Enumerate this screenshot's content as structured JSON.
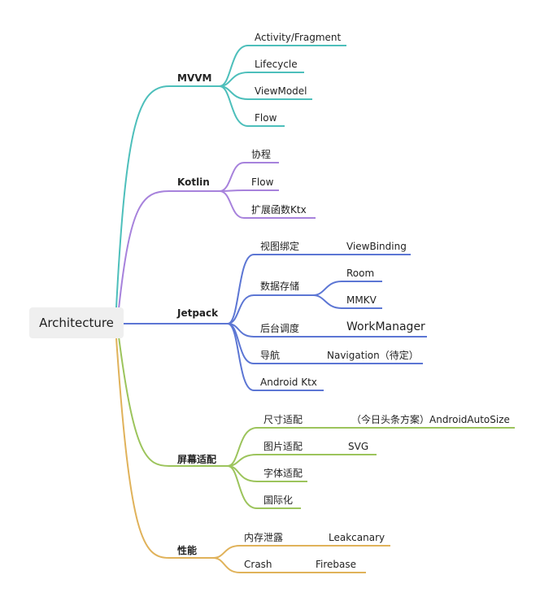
{
  "root": "Architecture",
  "colors": {
    "mvvm": "#4dbfbb",
    "kotlin": "#a782dc",
    "jetpack": "#5c76d4",
    "screen": "#9cc45c",
    "perf": "#e0b25a"
  },
  "branches": {
    "mvvm": {
      "label": "MVVM",
      "children": [
        "Activity/Fragment",
        "Lifecycle",
        "ViewModel",
        "Flow"
      ]
    },
    "kotlin": {
      "label": "Kotlin",
      "children": [
        "协程",
        "Flow",
        "扩展函数Ktx"
      ]
    },
    "jetpack": {
      "label": "Jetpack",
      "view_binding": {
        "label": "视图绑定",
        "child": "ViewBinding"
      },
      "storage": {
        "label": "数据存储",
        "children": [
          "Room",
          "MMKV"
        ]
      },
      "scheduling": {
        "label": "后台调度",
        "child": "WorkManager"
      },
      "navigation": {
        "label": "导航",
        "child": "Navigation（待定）"
      },
      "android_ktx": {
        "label": "Android Ktx"
      }
    },
    "screen": {
      "label": "屏幕适配",
      "size": {
        "label": "尺寸适配",
        "child": "（今日头条方案）AndroidAutoSize"
      },
      "image": {
        "label": "图片适配",
        "child": "SVG"
      },
      "font": {
        "label": "字体适配"
      },
      "i18n": {
        "label": "国际化"
      }
    },
    "perf": {
      "label": "性能",
      "leak": {
        "label": "内存泄露",
        "child": "Leakcanary"
      },
      "crash": {
        "label": "Crash",
        "child": "Firebase"
      }
    }
  }
}
